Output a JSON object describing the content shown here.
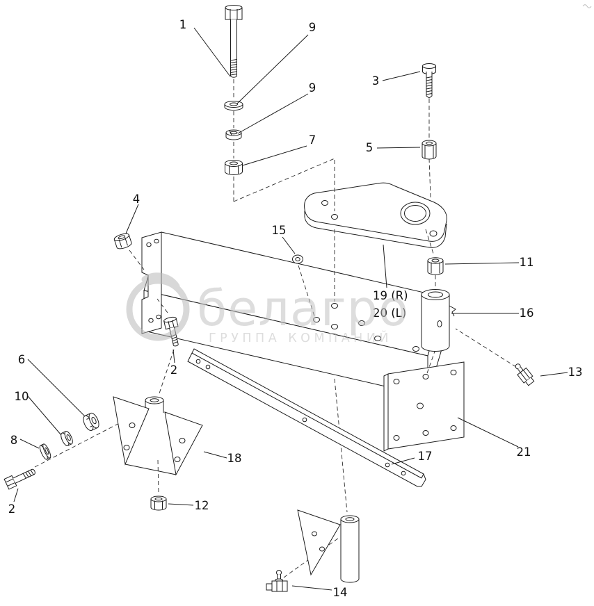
{
  "diagram": {
    "watermark": {
      "brand": "белагро",
      "subtitle": "ГРУППА КОМПАНИЙ"
    },
    "callouts": {
      "c1": "1",
      "c9a": "9",
      "c9b": "9",
      "c7": "7",
      "c3": "3",
      "c5": "5",
      "c4": "4",
      "c15": "15",
      "c11": "11",
      "c16": "16",
      "c19": "19 (R)",
      "c20": "20 (L)",
      "c13": "13",
      "c6": "6",
      "c10": "10",
      "c8": "8",
      "c2a": "2",
      "c2b": "2",
      "c12": "12",
      "c18": "18",
      "c17": "17",
      "c21": "21",
      "c14": "14"
    }
  }
}
